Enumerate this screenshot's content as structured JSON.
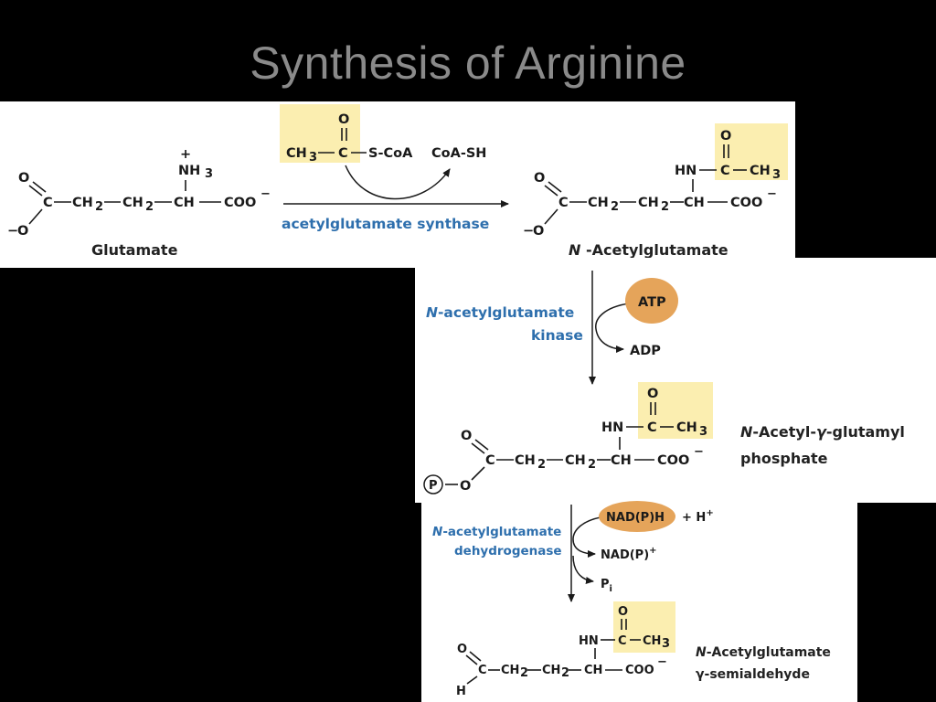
{
  "title": "Synthesis of Arginine",
  "molecules": {
    "glutamate": "Glutamate",
    "n_acetylglutamate": "Acetylglutamate",
    "n_acetylglutamate_prefix": "N",
    "n_acetyl_glutamyl_phosphate_line1_prefix": "N",
    "n_acetyl_glutamyl_phosphate_line1": "-Acetyl-",
    "n_acetyl_glutamyl_phosphate_gamma": "γ",
    "n_acetyl_glutamyl_phosphate_line1_end": "-glutamyl",
    "n_acetyl_glutamyl_phosphate_line2": "phosphate",
    "n_acetylglutamate_semialdehyde_line1_prefix": "N",
    "n_acetylglutamate_semialdehyde_line1": "-Acetylglutamate",
    "n_acetylglutamate_semialdehyde_line2": "γ-semialdehyde"
  },
  "enzymes": {
    "synthase": "acetylglutamate synthase",
    "kinase_line1_prefix": "N",
    "kinase_line1": "-acetylglutamate",
    "kinase_line2": "kinase",
    "dehydrogenase_line1_prefix": "N",
    "dehydrogenase_line1": "-acetylglutamate",
    "dehydrogenase_line2": "dehydrogenase"
  },
  "cofactors": {
    "acetyl_coa": "S-CoA",
    "coa_sh": "CoA-SH",
    "atp": "ATP",
    "adp": "ADP",
    "nadph": "NAD(P)H",
    "h_plus": "+ H",
    "nadp": "NAD(P)",
    "pi": "P"
  },
  "fragments": {
    "ch2": "CH",
    "ch": "CH",
    "coo": "COO",
    "c": "C",
    "o": "O",
    "hn": "HN",
    "ch3": "CH",
    "nh3": "NH",
    "h": "H",
    "p": "P",
    "sub2": "2",
    "sub3": "3",
    "sub_i": "i",
    "plus": "+",
    "minus": "−"
  },
  "colors": {
    "enzyme_blue": "#2e6fad",
    "highlight_yellow": "#fbeeb0",
    "cofactor_orange": "#e5a45a",
    "title_gray": "#8a8a8a"
  }
}
